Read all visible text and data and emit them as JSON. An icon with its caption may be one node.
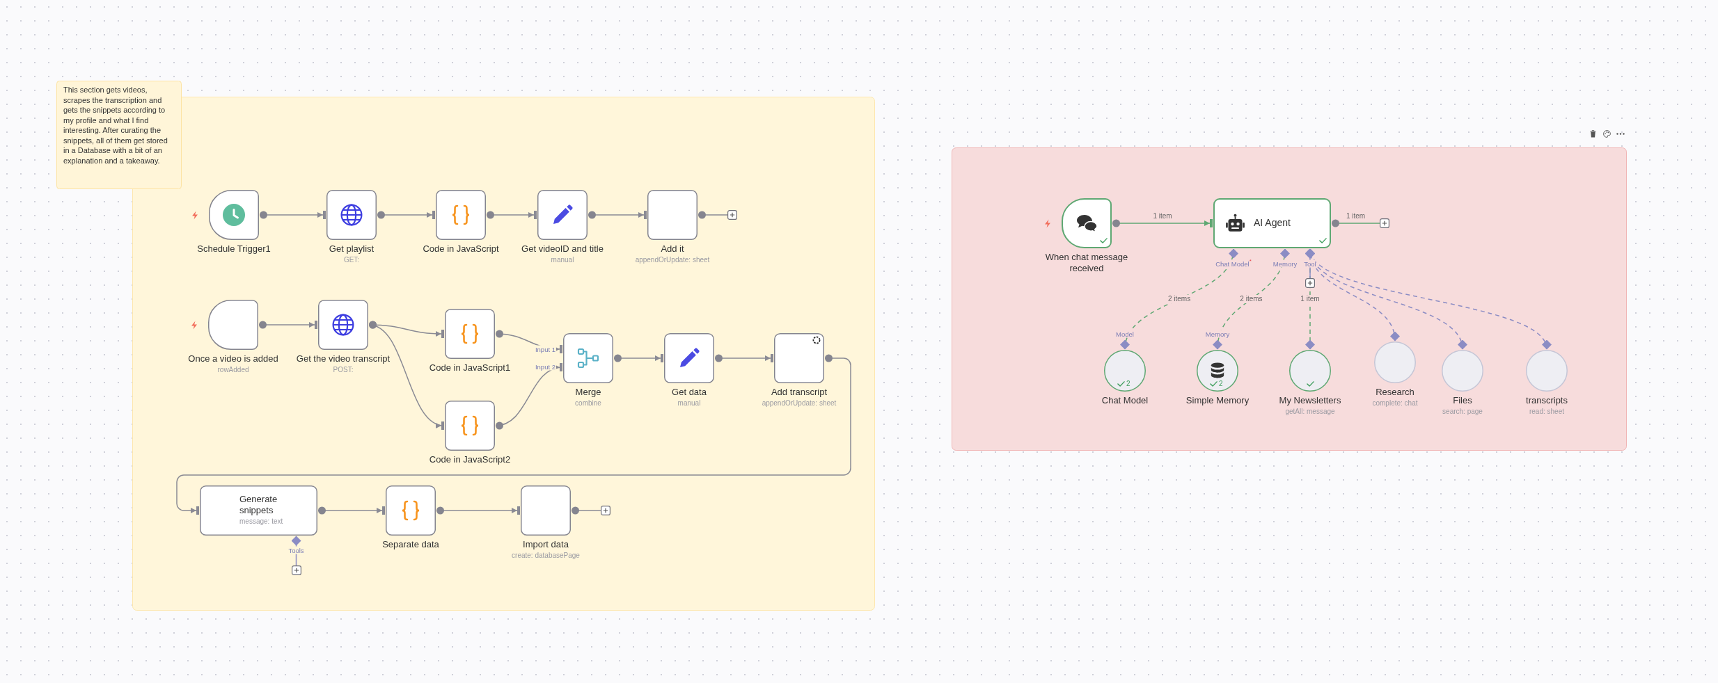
{
  "diagram": {
    "nodes": [
      {
        "text": [
          "This section gets videos, scrapes the transcription and gets the snippets according to my profile and what I find interesting. After curating the snippets, all of them get stored in a Database with a bit of an explanation and a takeaway."
        ]
      },
      {
        "text": [],
        "shape": "box"
      },
      {
        "text": [
          "Schedule Trigger1"
        ],
        "in": 1
      },
      {
        "text": [
          "Get playlist",
          "GET:"
        ],
        "in": 1
      },
      {
        "text": [
          "Code in JavaScript"
        ],
        "in": 1
      },
      {
        "text": [
          "Get videoID and title",
          "manual"
        ],
        "in": 1
      },
      {
        "text": [
          "Add it",
          "appendOrUpdate: sheet"
        ],
        "in": 1
      },
      {
        "text": [
          "Once a video is added",
          "rowAdded"
        ],
        "in": 1
      },
      {
        "text": [
          "Get the video transcript",
          "POST:"
        ],
        "in": 1
      },
      {
        "text": [
          "Code in JavaScript1"
        ],
        "in": 1
      },
      {
        "text": [
          "Merge",
          "combine"
        ],
        "beside": [
          "Input 1",
          "Input 2"
        ],
        "in": 1
      },
      {
        "text": [
          "Get data",
          "manual"
        ],
        "in": 1
      },
      {
        "text": [
          "Add transcript",
          "appendOrUpdate: sheet"
        ],
        "in": 1
      },
      {
        "text": [
          "Code in JavaScript2"
        ],
        "in": 1
      },
      {
        "text": [
          "Generate snippets",
          "message: text"
        ],
        "beside": [
          "Tools"
        ],
        "in": 1
      },
      {
        "text": [
          "Separate data"
        ],
        "in": 1
      },
      {
        "text": [
          "Import data",
          "create: databasePage"
        ],
        "in": 1
      },
      {
        "text": [],
        "shape": "box"
      },
      {
        "text": [
          "When chat message received"
        ],
        "in": 17
      },
      {
        "text": [
          "AI Agent"
        ],
        "beside": [
          "Chat Model$^{*}$",
          "Memory",
          "Tool"
        ],
        "in": 17
      },
      {
        "text": [
          "2",
          "Chat Model"
        ],
        "beside": [
          "Model"
        ],
        "in": 17
      },
      {
        "text": [
          "2",
          "Simple Memory"
        ],
        "beside": [
          "Memory"
        ],
        "in": 17
      },
      {
        "text": [
          "My Newsletters",
          "getAll: message"
        ],
        "in": 17
      },
      {
        "text": [
          "Research",
          "complete: chat"
        ],
        "in": 17
      },
      {
        "text": [
          "Files",
          "search: page"
        ],
        "in": 17
      },
      {
        "text": [
          "transcripts",
          "read: sheet"
        ],
        "in": 17
      }
    ],
    "edges": [
      {
        "from": 2,
        "to": 3,
        "arrow": "to"
      },
      {
        "from": 3,
        "to": 4,
        "arrow": "to"
      },
      {
        "from": 4,
        "to": 5,
        "arrow": "to"
      },
      {
        "from": 5,
        "to": 6,
        "arrow": "to"
      },
      {
        "from": 6,
        "to": null,
        "arrow": "other"
      },
      {
        "from": 7,
        "to": 8,
        "arrow": "to"
      },
      {
        "from": 8,
        "to": 9,
        "arrow": "to"
      },
      {
        "from": 8,
        "to": 13,
        "arrow": "to"
      },
      {
        "from": 9,
        "to": 10,
        "arrow": "to"
      },
      {
        "from": 13,
        "to": 10,
        "arrow": "to"
      },
      {
        "from": 10,
        "to": 11,
        "arrow": "to"
      },
      {
        "from": 11,
        "to": 12,
        "arrow": "to"
      },
      {
        "from": 12,
        "to": 14,
        "arrow": "to"
      },
      {
        "from": 14,
        "to": 15,
        "arrow": "to"
      },
      {
        "from": 15,
        "to": 16,
        "arrow": "to"
      },
      {
        "from": 16,
        "to": null,
        "arrow": "other"
      },
      {
        "from": 14,
        "to": null,
        "arrow": "other",
        "color": "#8b8cc4"
      },
      {
        "from": 18,
        "to": 19,
        "arrow": "to",
        "label": "1 item",
        "color": "#5fa873"
      },
      {
        "from": 19,
        "to": null,
        "arrow": "other",
        "label": "1 item",
        "color": "#5fa873"
      },
      {
        "from": 20,
        "to": 19,
        "arrow": "other",
        "label": "2 items",
        "style": "dashed",
        "color": "#5fa873"
      },
      {
        "from": 21,
        "to": 19,
        "arrow": "other",
        "label": "2 items",
        "style": "dashed",
        "color": "#5fa873"
      },
      {
        "from": 22,
        "to": 19,
        "arrow": "other",
        "label": "1 item",
        "style": "dashed",
        "color": "#5fa873"
      },
      {
        "from": 19,
        "to": null,
        "arrow": "other",
        "color": "#8b8cc4"
      },
      {
        "from": 23,
        "to": 19,
        "arrow": "other",
        "style": "dashed",
        "color": "#8b8cc4"
      },
      {
        "from": 24,
        "to": 19,
        "arrow": "other",
        "style": "dashed",
        "color": "#8b8cc4"
      },
      {
        "from": 25,
        "to": 19,
        "arrow": "other",
        "style": "dashed",
        "color": "#8b8cc4"
      }
    ]
  }
}
